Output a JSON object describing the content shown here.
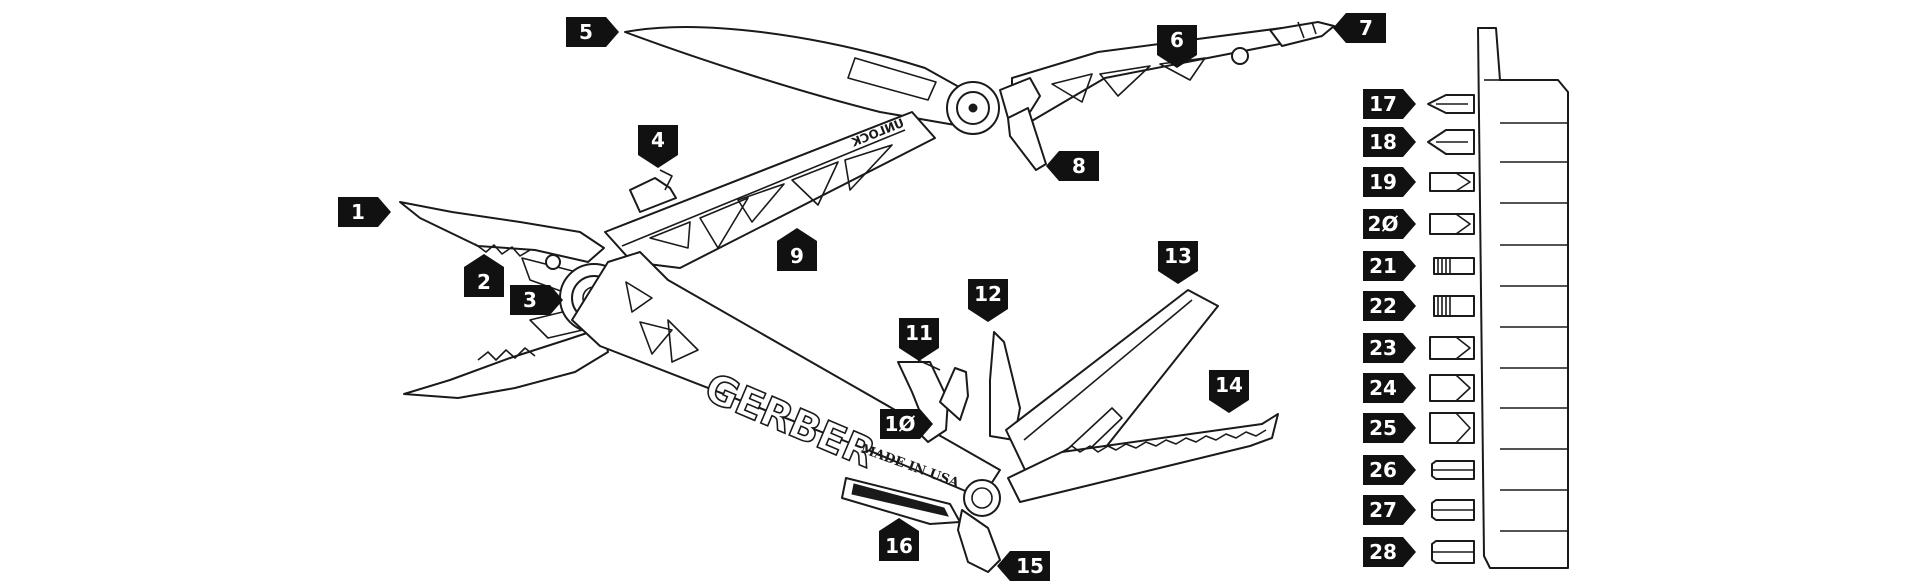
{
  "figure": {
    "brand_text": "GERBER",
    "origin_text": "MADE IN USA",
    "lock_text": "UNLOCK"
  },
  "callouts": [
    {
      "id": 1,
      "label": "1",
      "pointer": "right"
    },
    {
      "id": 2,
      "label": "2",
      "pointer": "up"
    },
    {
      "id": 3,
      "label": "3",
      "pointer": "right"
    },
    {
      "id": 4,
      "label": "4",
      "pointer": "down"
    },
    {
      "id": 5,
      "label": "5",
      "pointer": "right"
    },
    {
      "id": 6,
      "label": "6",
      "pointer": "down"
    },
    {
      "id": 7,
      "label": "7",
      "pointer": "left"
    },
    {
      "id": 8,
      "label": "8",
      "pointer": "left"
    },
    {
      "id": 9,
      "label": "9",
      "pointer": "up"
    },
    {
      "id": 10,
      "label": "1Ø",
      "pointer": "right"
    },
    {
      "id": 11,
      "label": "11",
      "pointer": "down"
    },
    {
      "id": 12,
      "label": "12",
      "pointer": "down"
    },
    {
      "id": 13,
      "label": "13",
      "pointer": "down"
    },
    {
      "id": 14,
      "label": "14",
      "pointer": "down"
    },
    {
      "id": 15,
      "label": "15",
      "pointer": "left"
    },
    {
      "id": 16,
      "label": "16",
      "pointer": "up"
    },
    {
      "id": 17,
      "label": "17",
      "pointer": "right"
    },
    {
      "id": 18,
      "label": "18",
      "pointer": "right"
    },
    {
      "id": 19,
      "label": "19",
      "pointer": "right"
    },
    {
      "id": 20,
      "label": "2Ø",
      "pointer": "right"
    },
    {
      "id": 21,
      "label": "21",
      "pointer": "right"
    },
    {
      "id": 22,
      "label": "22",
      "pointer": "right"
    },
    {
      "id": 23,
      "label": "23",
      "pointer": "right"
    },
    {
      "id": 24,
      "label": "24",
      "pointer": "right"
    },
    {
      "id": 25,
      "label": "25",
      "pointer": "right"
    },
    {
      "id": 26,
      "label": "26",
      "pointer": "right"
    },
    {
      "id": 27,
      "label": "27",
      "pointer": "right"
    },
    {
      "id": 28,
      "label": "28",
      "pointer": "right"
    }
  ],
  "bits": [
    {
      "id": 17,
      "type": "phillips-small"
    },
    {
      "id": 18,
      "type": "phillips-large"
    },
    {
      "id": 19,
      "type": "flat-small"
    },
    {
      "id": 20,
      "type": "flat-medium"
    },
    {
      "id": 21,
      "type": "torx-small"
    },
    {
      "id": 22,
      "type": "torx-large"
    },
    {
      "id": 23,
      "type": "flat-wide"
    },
    {
      "id": 24,
      "type": "flat-wider"
    },
    {
      "id": 25,
      "type": "flat-widest"
    },
    {
      "id": 26,
      "type": "hex-small"
    },
    {
      "id": 27,
      "type": "hex-medium"
    },
    {
      "id": 28,
      "type": "hex-large"
    }
  ]
}
